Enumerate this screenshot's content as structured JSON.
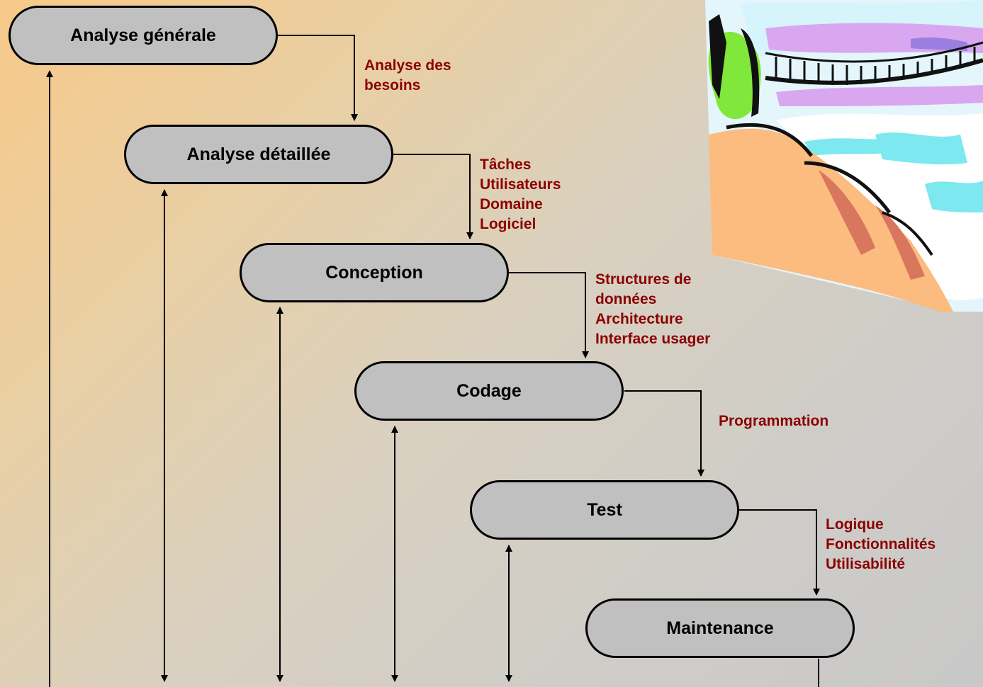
{
  "stages": [
    {
      "label": "Analyse générale"
    },
    {
      "label": "Analyse détaillée"
    },
    {
      "label": "Conception"
    },
    {
      "label": "Codage"
    },
    {
      "label": "Test"
    },
    {
      "label": "Maintenance"
    }
  ],
  "notes": [
    {
      "lines": [
        "Analyse des",
        "besoins"
      ]
    },
    {
      "lines": [
        "Tâches",
        "Utilisateurs",
        "Domaine",
        "Logiciel"
      ]
    },
    {
      "lines": [
        "Structures de",
        "données",
        "Architecture",
        "Interface usager"
      ]
    },
    {
      "lines": [
        "Programmation"
      ]
    },
    {
      "lines": [
        "Logique",
        "Fonctionnalités",
        "Utilisabilité"
      ]
    }
  ],
  "colors": {
    "stage_fill": "#c0c0c0",
    "note_text": "#8b0000",
    "connector": "#000000"
  },
  "icons": {
    "clipart": "suspension-bridge-cliff-icon"
  }
}
